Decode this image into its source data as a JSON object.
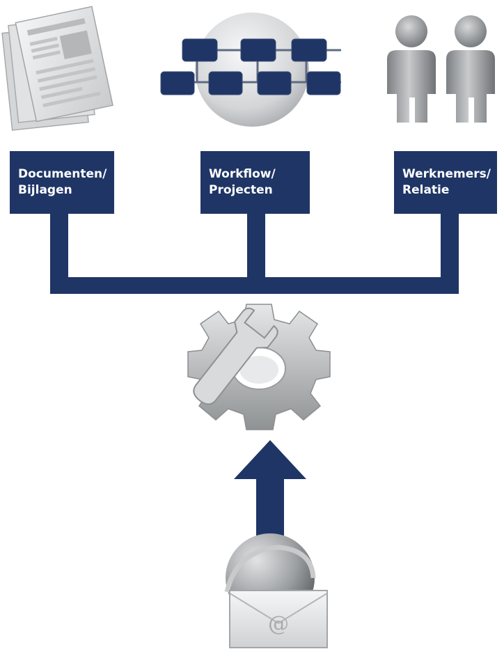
{
  "diagram": {
    "nodes": {
      "documents": {
        "line1": "Documenten/",
        "line2": "Bijlagen",
        "icon": "newspaper-stack-icon"
      },
      "workflow": {
        "line1": "Workflow/",
        "line2": "Projecten",
        "icon": "org-chart-globe-icon"
      },
      "employees": {
        "line1": "Werknemers/",
        "line2": "Relatie",
        "icon": "two-people-icon"
      }
    },
    "center_icon": "gear-wrench-icon",
    "source_icon": "email-globe-icon",
    "source_symbol": "@",
    "colors": {
      "navy": "#1f3566",
      "icon_gray": "#9a9c9e",
      "icon_light": "#e4e5e6"
    }
  }
}
